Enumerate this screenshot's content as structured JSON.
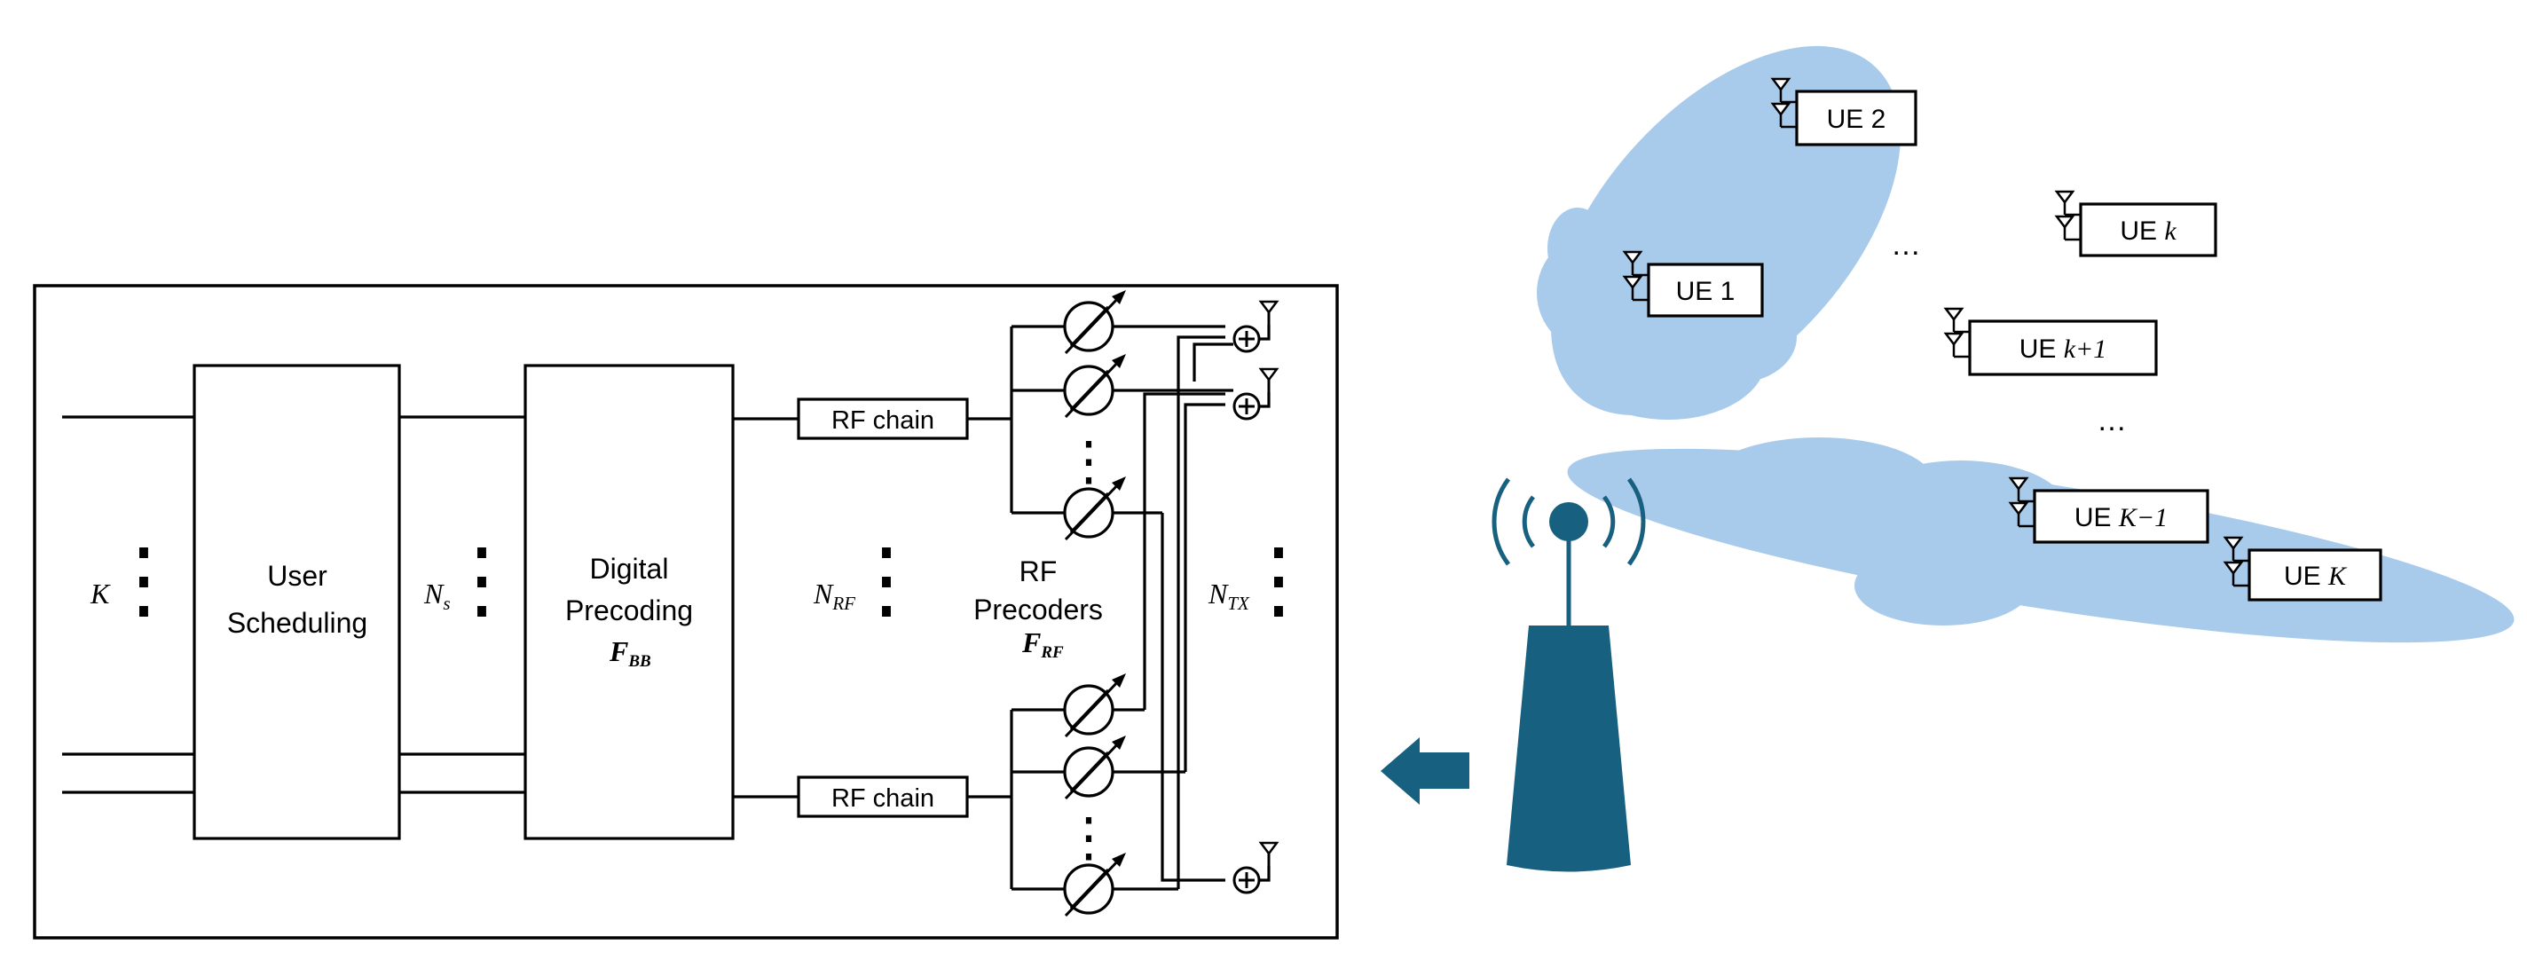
{
  "colors": {
    "beam": "#a9cbeb",
    "basestation": "#17607f",
    "line": "#000000"
  },
  "block_diagram": {
    "input_count_label": "K",
    "user_scheduling_label_line1": "User",
    "user_scheduling_label_line2": "Scheduling",
    "streams_label_main": "N",
    "streams_label_sub": "s",
    "digital_precoding_label_line1": "Digital",
    "digital_precoding_label_line2": "Precoding",
    "digital_precoder_symbol_main": "F",
    "digital_precoder_symbol_sub": "BB",
    "rf_chain_count_main": "N",
    "rf_chain_count_sub": "RF",
    "rf_chain_label": "RF chain",
    "rf_precoders_label_line1": "RF",
    "rf_precoders_label_line2": "Precoders",
    "rf_precoder_symbol_main": "F",
    "rf_precoder_symbol_sub": "RF",
    "antenna_count_main": "N",
    "antenna_count_sub": "TX",
    "adder_symbol": "+",
    "dots_vertical": "⋮",
    "arrow_icon": "left-arrow-icon"
  },
  "scene": {
    "base_station_icon": "base-station-icon",
    "ellipsis_middle": "…",
    "ellipsis_lower": "…",
    "ues": [
      {
        "prefix": "UE",
        "index": "2",
        "index_style": "upright"
      },
      {
        "prefix": "UE",
        "index": "1",
        "index_style": "upright"
      },
      {
        "prefix": "UE",
        "index": "k",
        "index_style": "italic"
      },
      {
        "prefix": "UE",
        "index": "k+1",
        "index_style": "italic"
      },
      {
        "prefix": "UE",
        "index": "K−1",
        "index_style": "italic"
      },
      {
        "prefix": "UE",
        "index": "K",
        "index_style": "italic"
      }
    ]
  }
}
